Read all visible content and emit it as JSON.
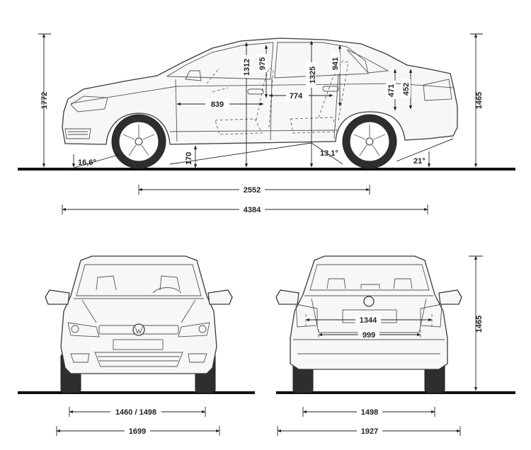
{
  "side_view": {
    "overall_height": "1772",
    "roof_height": "1465",
    "front_headroom": "1312",
    "front_seat_height": "975",
    "rear_headroom_total": "1325",
    "rear_headroom": "941",
    "trunk_depth_1": "471",
    "trunk_depth_2": "452",
    "front_legroom": "839",
    "rear_legroom": "774",
    "ground_clearance": "170",
    "approach_angle": "16,6°",
    "breakover_angle": "13,1°",
    "departure_angle": "21°",
    "wheelbase": "2552",
    "overall_length": "4384"
  },
  "front_view": {
    "track": "1460 / 1498",
    "width": "1699"
  },
  "rear_view": {
    "plate_width": "1344",
    "trunk_opening": "999",
    "track": "1498",
    "width_with_mirrors": "1927",
    "height": "1465"
  }
}
